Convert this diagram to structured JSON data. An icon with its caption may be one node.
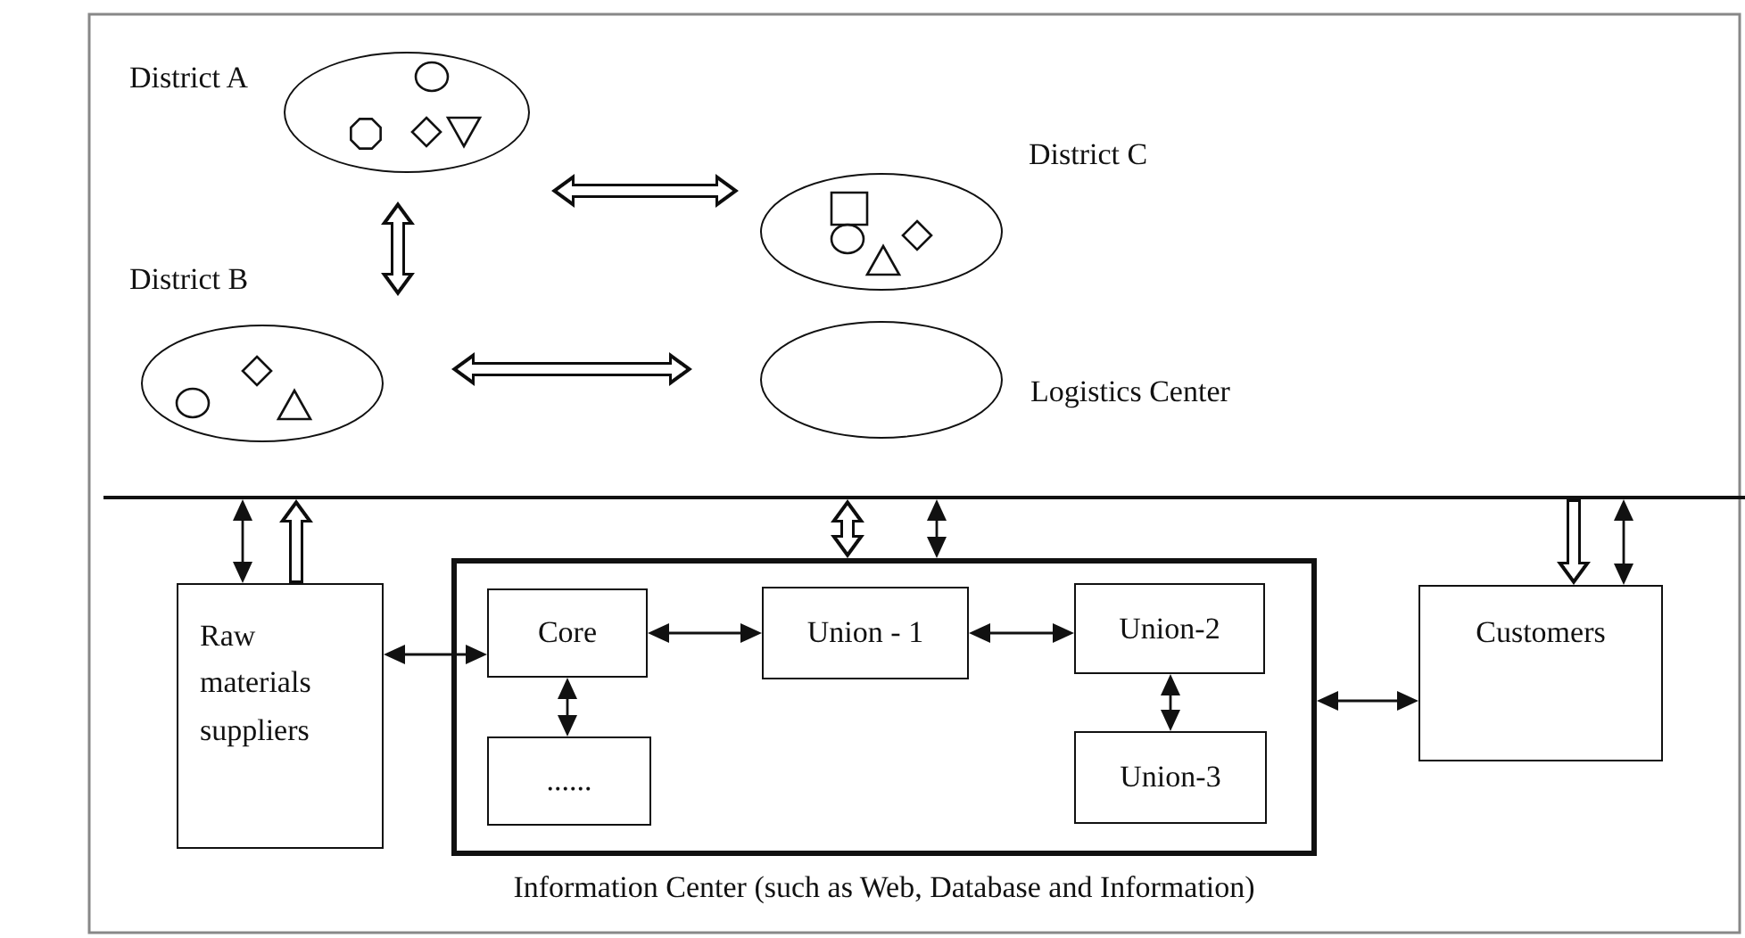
{
  "diagram": {
    "nodes": [
      {
        "text": [
          "District A"
        ]
      },
      {
        "text": [
          "District C"
        ]
      },
      {
        "text": [
          "District B"
        ]
      },
      {
        "text": [
          "Logistics Center"
        ]
      },
      {
        "text": [],
        "shape": "bar"
      },
      {
        "text": [
          "Raw materials suppliers"
        ]
      },
      {
        "text": [
          "Information Center (such as Web, Database and Information)"
        ]
      },
      {
        "text": [
          "Core"
        ],
        "in": 6
      },
      {
        "text": [
          "Union - 1"
        ],
        "in": 6
      },
      {
        "text": [
          "Union-2"
        ],
        "in": 6
      },
      {
        "text": [
          "......"
        ],
        "in": 6
      },
      {
        "text": [
          "Union-3"
        ],
        "in": 6
      },
      {
        "text": [
          "Customers"
        ]
      }
    ],
    "edges": [
      {
        "from": 0,
        "to": 1,
        "arrow": "both",
        "style": "thick"
      },
      {
        "from": 0,
        "to": 2,
        "arrow": "both",
        "style": "thick"
      },
      {
        "from": 2,
        "to": 3,
        "arrow": "both",
        "style": "thick"
      },
      {
        "from": 4,
        "to": 5,
        "arrow": "both"
      },
      {
        "from": 5,
        "to": 4,
        "arrow": "to",
        "style": "thick"
      },
      {
        "from": 4,
        "to": 6,
        "arrow": "both",
        "style": "thick"
      },
      {
        "from": 4,
        "to": 6,
        "arrow": "both"
      },
      {
        "from": 4,
        "to": 12,
        "arrow": "to",
        "style": "thick"
      },
      {
        "from": 4,
        "to": 12,
        "arrow": "both"
      },
      {
        "from": 5,
        "to": 7,
        "arrow": "both"
      },
      {
        "from": 7,
        "to": 8,
        "arrow": "both"
      },
      {
        "from": 8,
        "to": 9,
        "arrow": "both"
      },
      {
        "from": 7,
        "to": 10,
        "arrow": "both"
      },
      {
        "from": 9,
        "to": 11,
        "arrow": "both"
      },
      {
        "from": 6,
        "to": 12,
        "arrow": "both"
      }
    ]
  }
}
